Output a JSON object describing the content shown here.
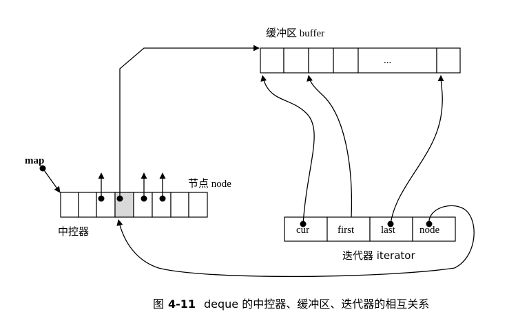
{
  "labels": {
    "buffer": "缓冲区 buffer",
    "buffer_ellipsis": "...",
    "node": "节点 node",
    "map": "map",
    "controller": "中控器",
    "iterator": "迭代器 iterator"
  },
  "iterator_fields": [
    "cur",
    "first",
    "last",
    "node"
  ],
  "caption": {
    "prefix": "图",
    "number": "4-11",
    "text": "deque 的中控器、缓冲区、迭代器的相互关系"
  }
}
